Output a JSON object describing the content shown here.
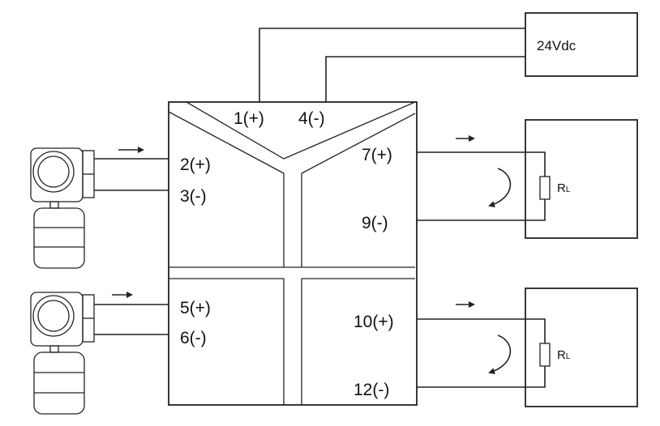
{
  "power_supply": {
    "label": "24Vdc"
  },
  "terminals": {
    "t1": "1(+)",
    "t4": "4(-)",
    "t2": "2(+)",
    "t3": "3(-)",
    "t5": "5(+)",
    "t6": "6(-)",
    "t7": "7(+)",
    "t9": "9(-)",
    "t10": "10(+)",
    "t12": "12(-)"
  },
  "loads": {
    "top": {
      "label_main": "R",
      "label_sub": "L"
    },
    "bottom": {
      "label_main": "R",
      "label_sub": "L"
    }
  },
  "icons": {
    "transmitter": "pressure-transmitter-icon",
    "signal_flow": "arrow-right-icon",
    "current_loop": "curved-arrow-icon",
    "resistor": "resistor-icon"
  }
}
